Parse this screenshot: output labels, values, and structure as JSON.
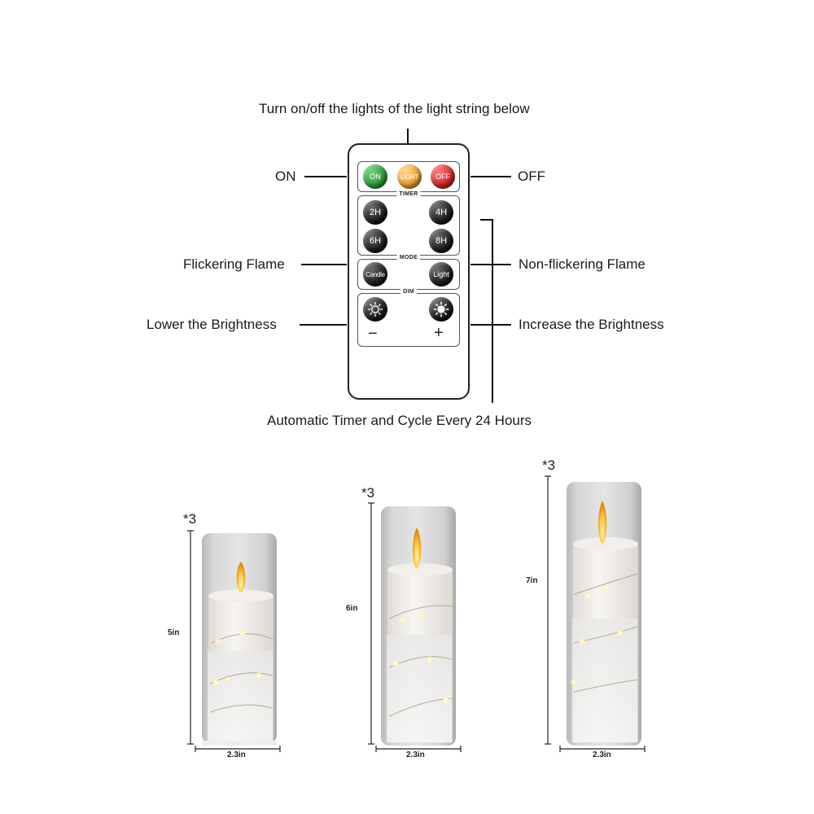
{
  "remote": {
    "top_label": "Turn on/off the lights of the light string below",
    "bottom_label": "Automatic Timer and Cycle Every 24 Hours",
    "labels": {
      "on": "ON",
      "off": "OFF",
      "flicker": "Flickering Flame",
      "nonflicker": "Non-flickering Flame",
      "lower": "Lower the Brightness",
      "increase": "Increase the Brightness"
    },
    "groups": {
      "timer": "TIMER",
      "mode": "MODE",
      "dim": "DIM"
    },
    "buttons": {
      "on": "ON",
      "light": "LIGHT",
      "off": "OFF",
      "t2": "2H",
      "t4": "4H",
      "t6": "6H",
      "t8": "8H",
      "candle": "Candle",
      "light_mode": "Light",
      "minus": "−",
      "plus": "+"
    },
    "colors": {
      "on": "#2e9e3c",
      "light": "#f0a531",
      "off": "#d62626"
    }
  },
  "candles": [
    {
      "qty": "*3",
      "height": "5in",
      "width": "2.3in"
    },
    {
      "qty": "*3",
      "height": "6in",
      "width": "2.3in"
    },
    {
      "qty": "*3",
      "height": "7in",
      "width": "2.3in"
    }
  ]
}
